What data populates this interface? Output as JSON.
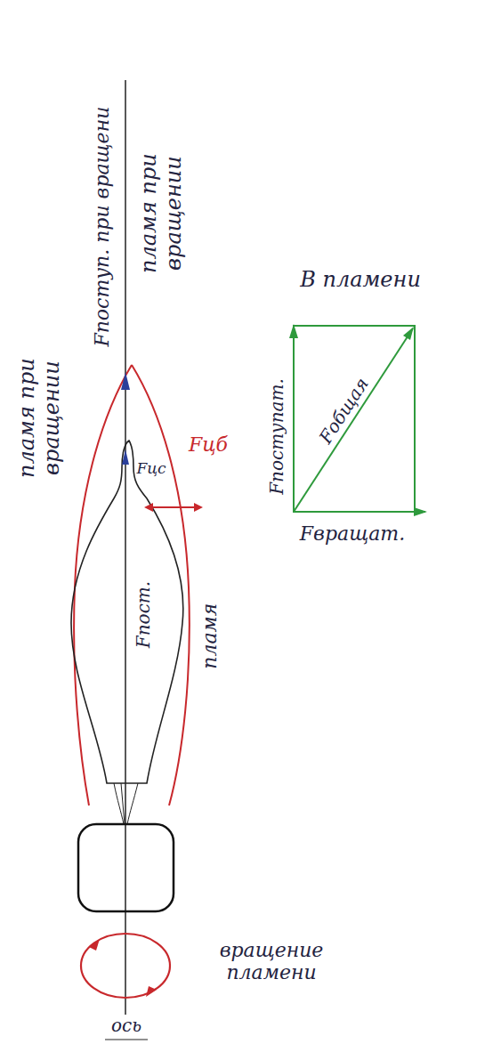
{
  "diagram": {
    "labels": [
      "пламя при вращении",
      "Fпоступ. при вращени",
      "пламя при вращении",
      "Fцб",
      "Fцс",
      "Fпост.",
      "пламя",
      "вращение пламени",
      "ось",
      "В пламени",
      "Fпоступат.",
      "Fобщая",
      "Fвращат."
    ]
  }
}
